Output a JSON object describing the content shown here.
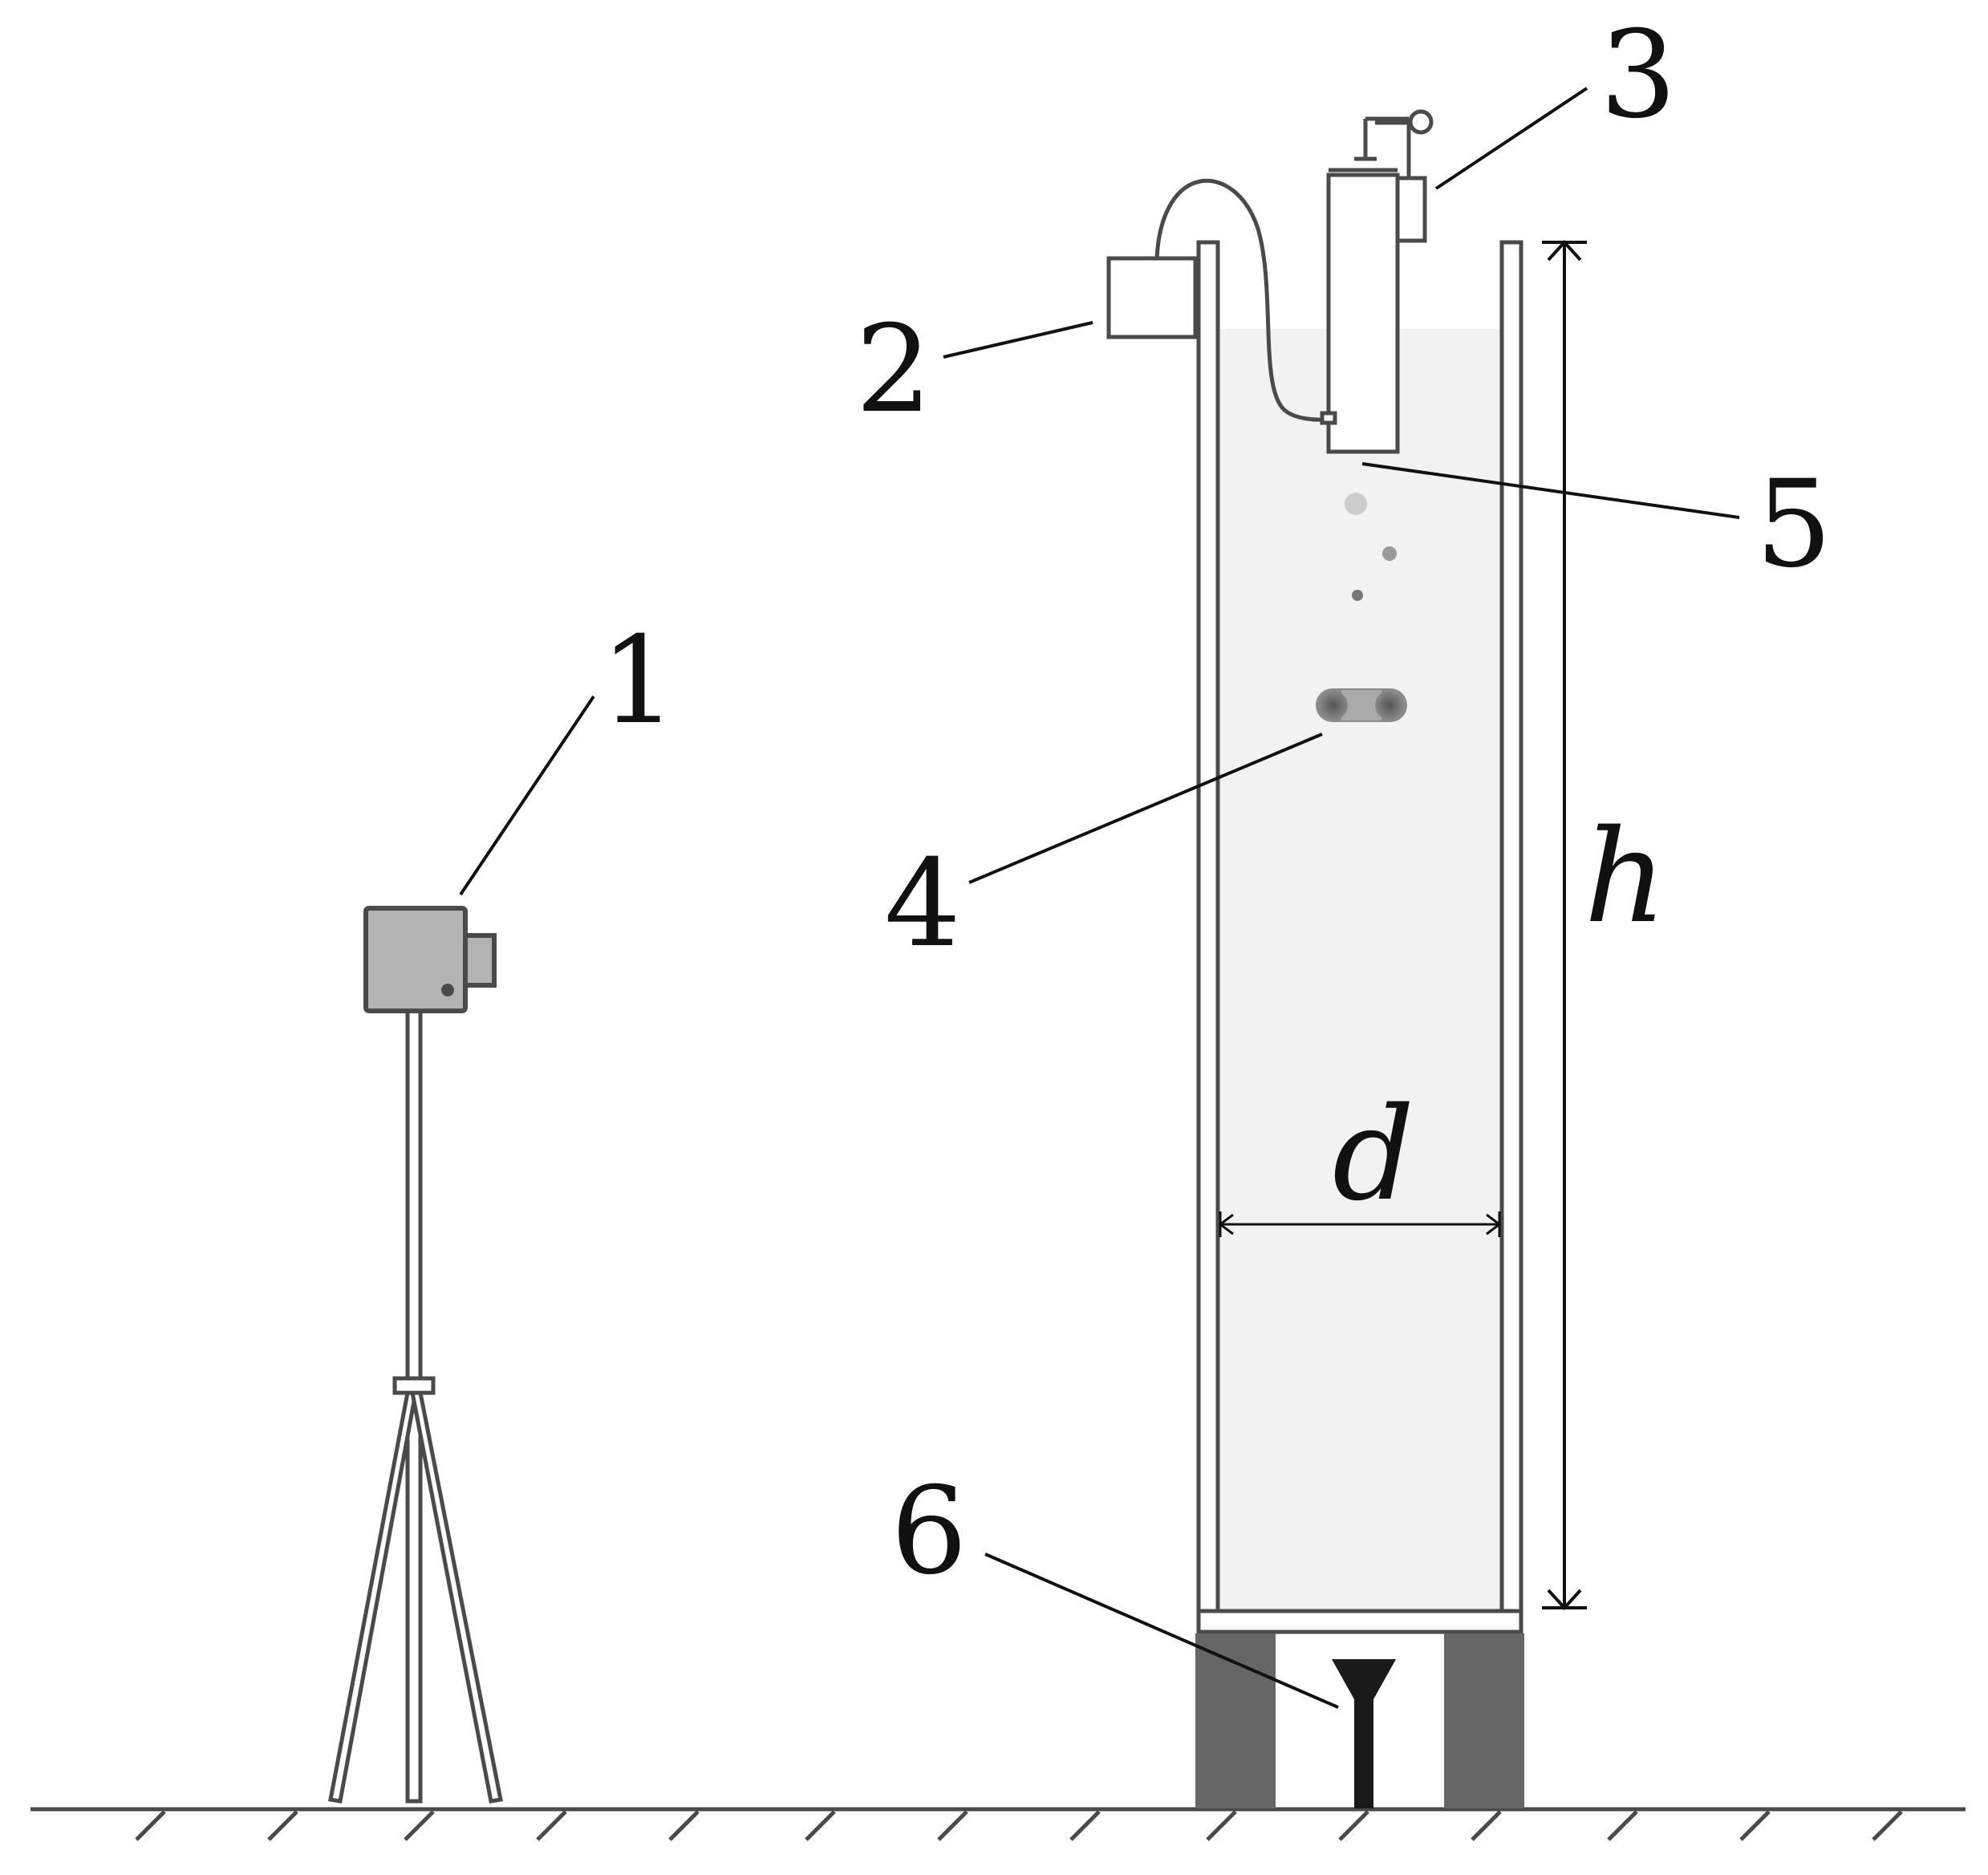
{
  "labels": {
    "camera": "1",
    "controller": "2",
    "syringe_pump": "3",
    "droplet": "4",
    "nozzle": "5",
    "light": "6"
  },
  "dimensions": {
    "height_symbol": "h",
    "diameter_symbol": "d"
  },
  "colors": {
    "stroke": "#4a4a4a",
    "fluid": "#f2f2f2",
    "camera_body": "#b3b3b3",
    "base_block": "#666666",
    "lamp": "#1a1a1a"
  }
}
